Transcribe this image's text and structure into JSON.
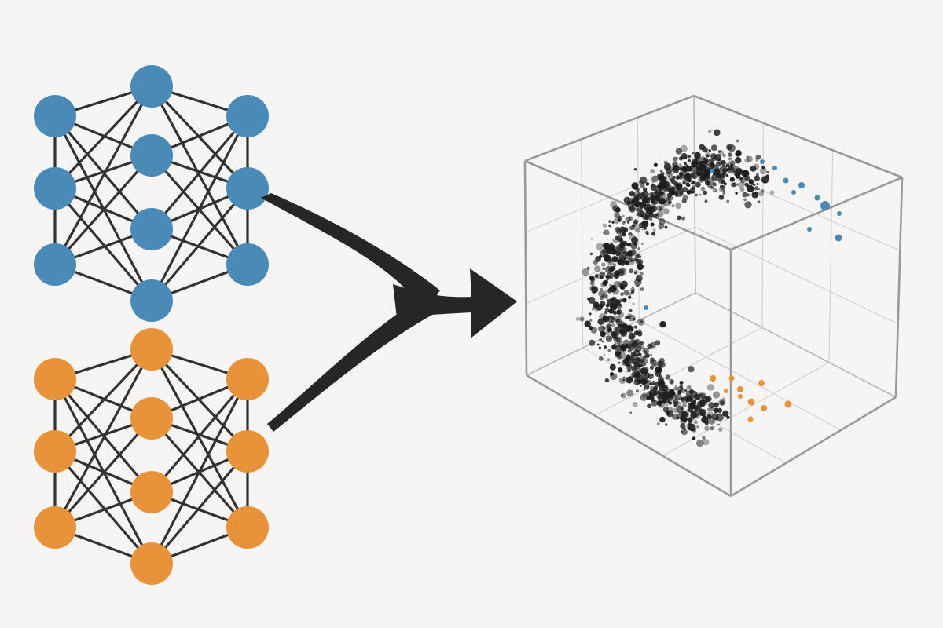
{
  "networks": [
    {
      "name": "blue",
      "color": "#4a8ab7",
      "edge_color": "#323232",
      "layers": [
        3,
        4,
        3
      ]
    },
    {
      "name": "orange",
      "color": "#e8923a",
      "edge_color": "#323232",
      "layers": [
        3,
        4,
        3
      ]
    }
  ],
  "arrow": {
    "color": "#262626"
  },
  "plot3d": {
    "box_color": "#9a9a9a",
    "grid_color": "#d2d2d2",
    "point_color": "#1e1e1e",
    "highlight_blue": "#4a8ab7",
    "highlight_orange": "#e8923a"
  }
}
